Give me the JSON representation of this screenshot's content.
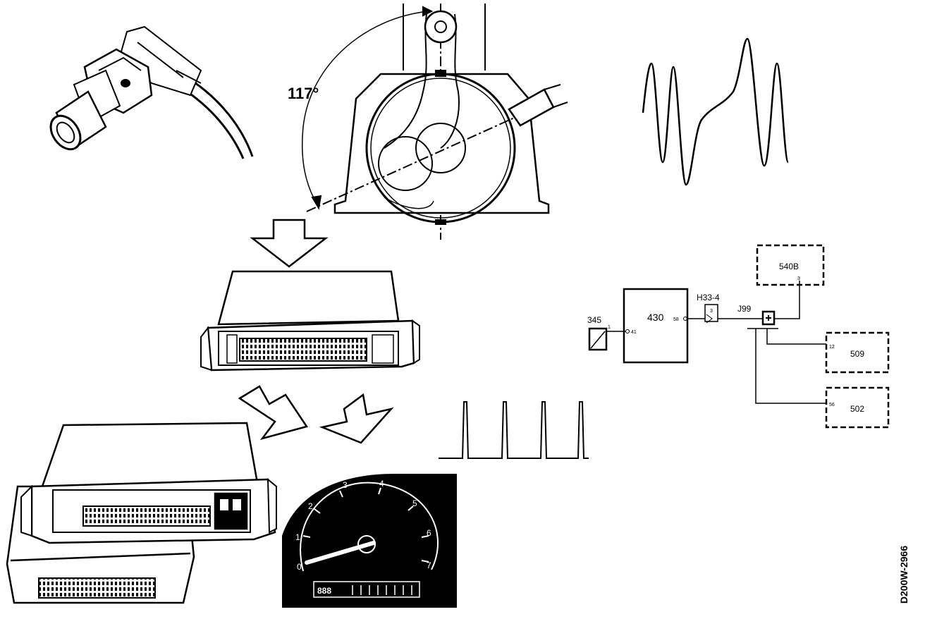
{
  "figure": {
    "angle_label": "117°",
    "document_id": "D200W-2966"
  },
  "wiring": {
    "sensor": {
      "label": "345",
      "pin": "1"
    },
    "ecu": {
      "label": "430",
      "pin_in": "41",
      "pin_out": "58"
    },
    "connector": {
      "label": "H33-4",
      "pin": "3"
    },
    "junction": {
      "label": "J99"
    },
    "module_top": {
      "label": "540B",
      "pin": "3"
    },
    "module_mid": {
      "label": "509",
      "pin": "12"
    },
    "module_bot": {
      "label": "502",
      "pin": "56"
    }
  },
  "gauge": {
    "ticks": [
      "0",
      "1",
      "2",
      "3",
      "4",
      "5",
      "6",
      "7"
    ],
    "odometer": "888"
  },
  "colors": {
    "ink": "#000000",
    "paper": "#ffffff"
  }
}
